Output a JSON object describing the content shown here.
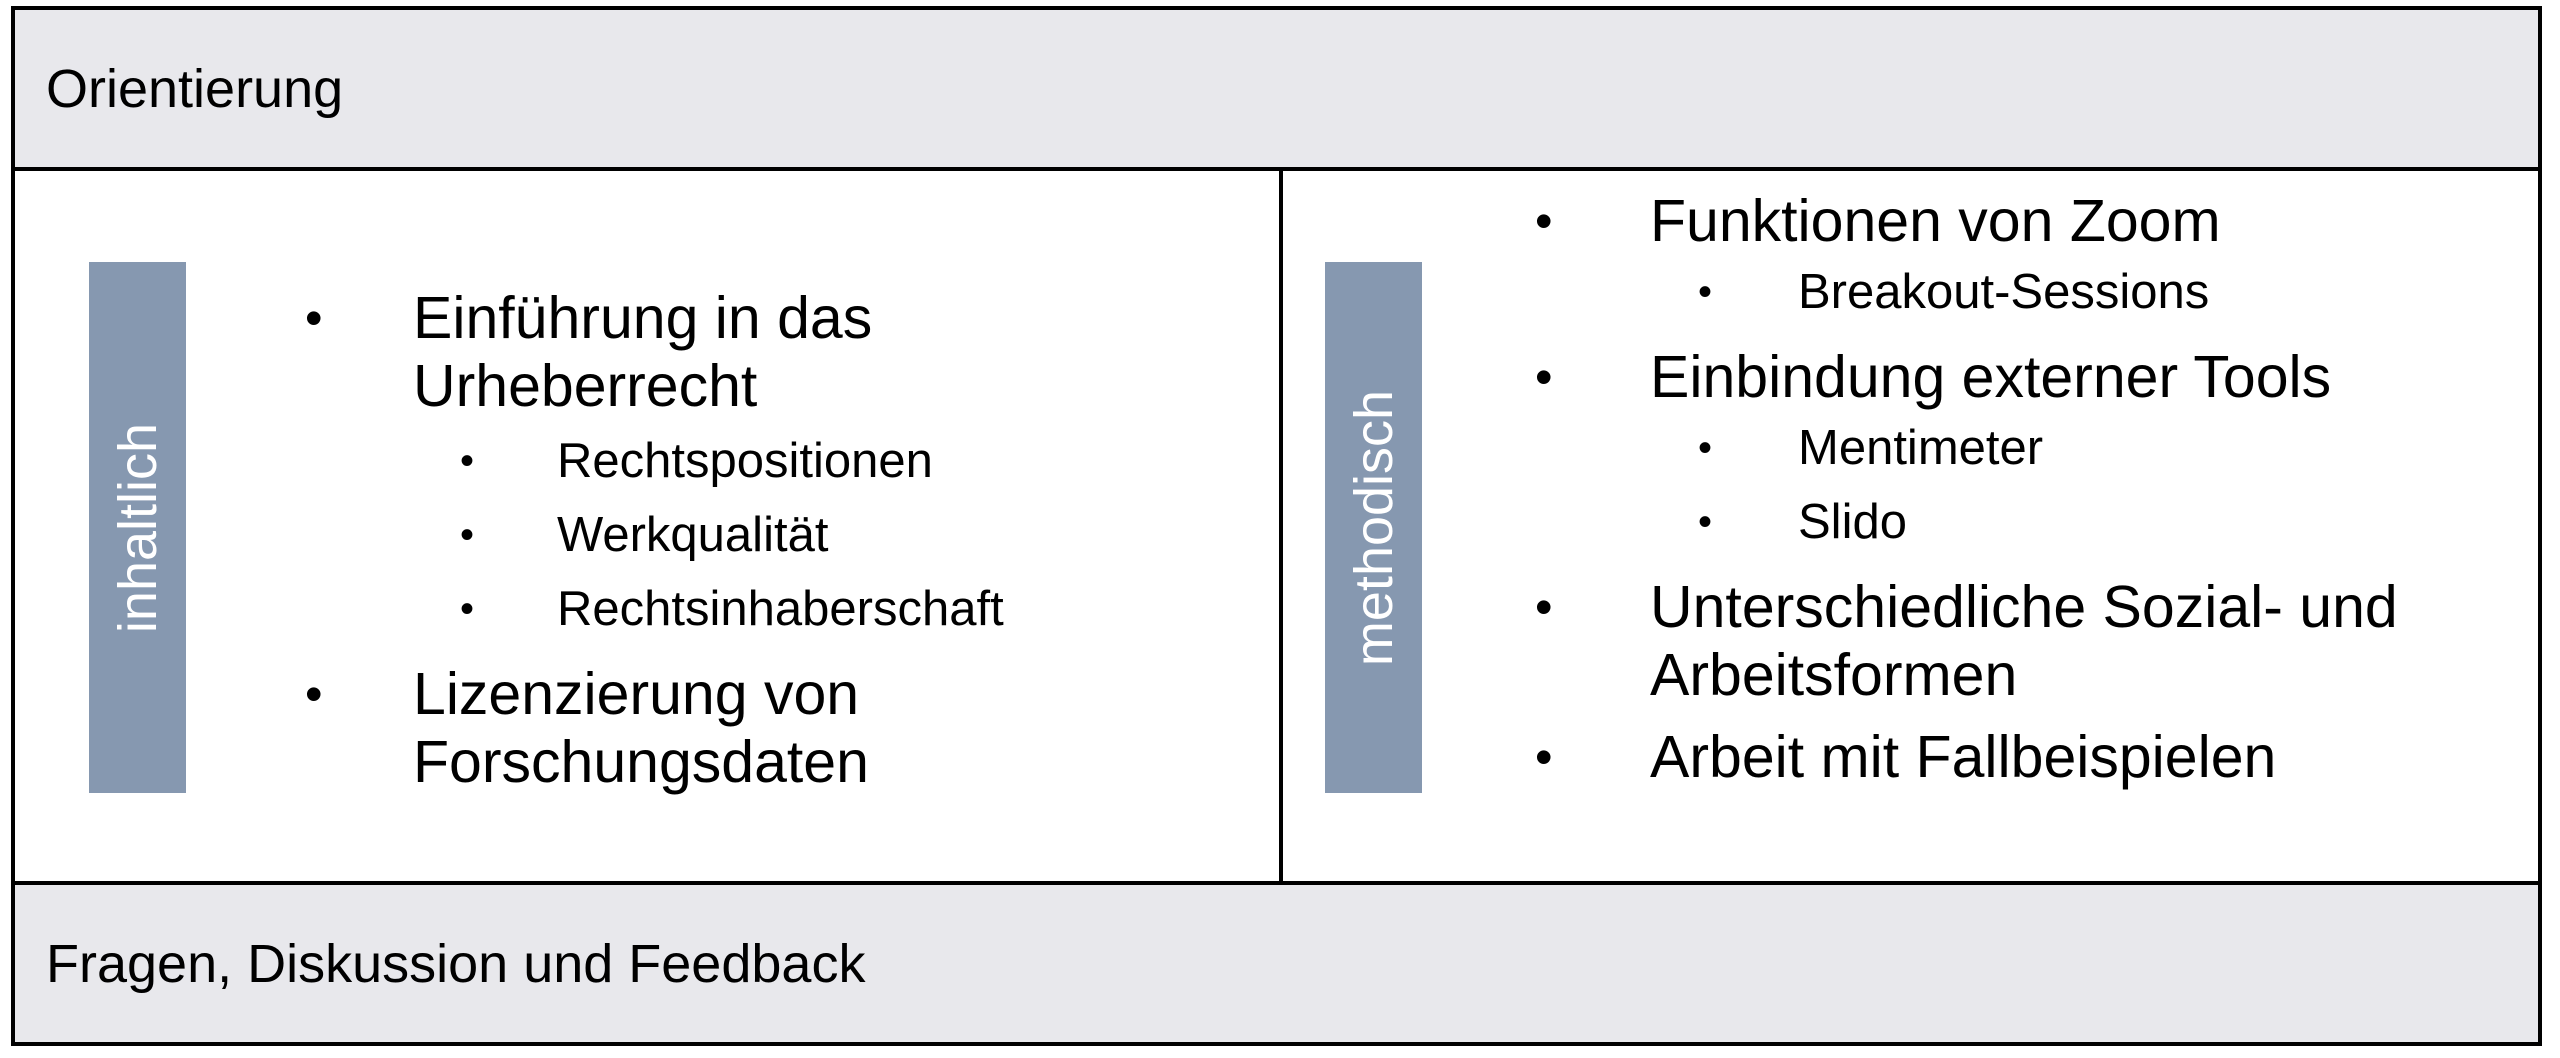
{
  "top_band": {
    "label": "Orientierung"
  },
  "bottom_band": {
    "label": "Fragen, Diskussion und Feedback"
  },
  "left_panel": {
    "side_label": "inhaltlich",
    "items": [
      {
        "text": "Einführung in das Urheberrecht",
        "subitems": [
          "Rechtspositionen",
          "Werkqualität",
          "Rechtsinhaberschaft"
        ]
      },
      {
        "text": "Lizenzierung von Forschungsdaten",
        "subitems": []
      }
    ]
  },
  "right_panel": {
    "side_label": "methodisch",
    "items": [
      {
        "text": "Funktionen von Zoom",
        "subitems": [
          "Breakout-Sessions"
        ]
      },
      {
        "text": "Einbindung externer Tools",
        "subitems": [
          "Mentimeter",
          "Slido"
        ]
      },
      {
        "text": "Unterschiedliche Sozial- und Arbeitsformen",
        "subitems": []
      },
      {
        "text": "Arbeit mit Fallbeispielen",
        "subitems": []
      }
    ]
  },
  "colors": {
    "band_fill": "#e8e8ec",
    "side_bar": "#8698b0",
    "border": "#000000"
  }
}
